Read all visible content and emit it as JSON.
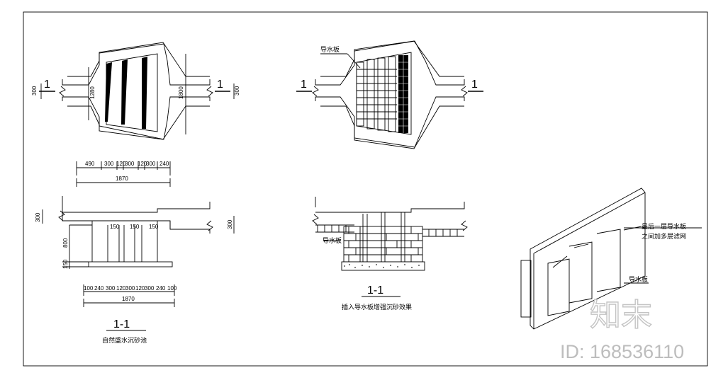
{
  "plan_left": {
    "section_mark": "1",
    "pipe_dim": "300",
    "inner_height": "1280",
    "outer_height": "1800",
    "bottom_dims": [
      "490",
      "300",
      "120",
      "300",
      "120",
      "300",
      "240"
    ],
    "total": "1870"
  },
  "plan_right": {
    "section_mark": "1",
    "baffle_label": "导水板"
  },
  "section_left": {
    "top_dim": "300",
    "right_dim": "300",
    "depth_dim": "800",
    "base_dim": "150",
    "baffle_dims": [
      "150",
      "150",
      "150"
    ],
    "bottom_dims": [
      "100",
      "240",
      "300",
      "120",
      "300",
      "120",
      "300",
      "240",
      "100"
    ],
    "total": "1870",
    "title": "1-1",
    "caption": "自然盛水沉砂池"
  },
  "section_right": {
    "baffle_label": "导水板",
    "title": "1-1",
    "caption": "插入导水板增强沉砂效果"
  },
  "iso": {
    "note_line1": "最后一层导水板",
    "note_line2": "之间加多层滤网",
    "baffle_label": "导水板"
  },
  "watermark": {
    "site": "知末",
    "id_text": "ID: 168536110"
  }
}
